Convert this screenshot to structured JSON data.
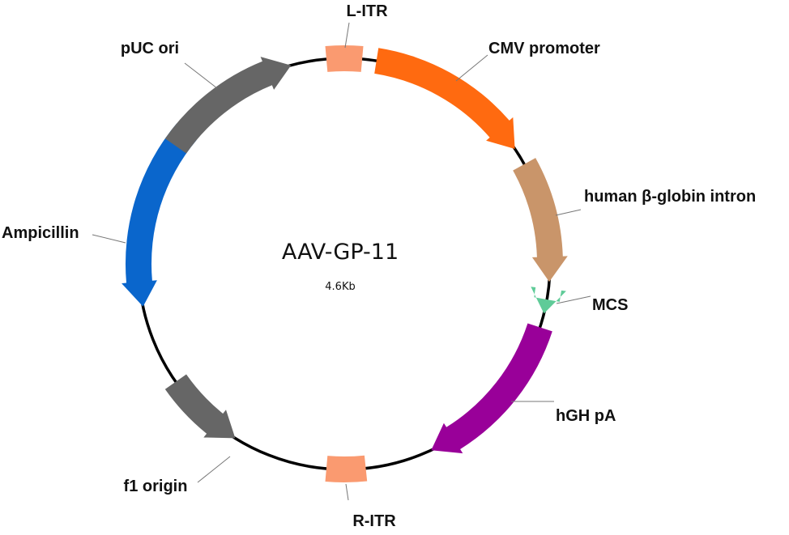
{
  "plasmid": {
    "name": "AAV-GP-11",
    "size_label": "4.6Kb",
    "backbone_color": "#000000"
  },
  "features": [
    {
      "id": "l-itr",
      "label": "L-ITR",
      "color": "#FA9A70",
      "shape": "box",
      "start": -5,
      "end": 5
    },
    {
      "id": "cmv-promoter",
      "label": "CMV promoter",
      "color": "#FF6A10",
      "shape": "arrow-cw",
      "start": 9,
      "end": 56
    },
    {
      "id": "human-beta-globin-intron",
      "label": "human β-globin intron",
      "color": "#C9956A",
      "shape": "arrow-cw",
      "start": 61,
      "end": 95
    },
    {
      "id": "mcs",
      "label": "MCS",
      "color": "#5FCB98",
      "shape": "arrow-cw",
      "start": 100,
      "end": 104
    },
    {
      "id": "hgh-pa",
      "label": "hGH pA",
      "color": "#990099",
      "shape": "arrow-cw",
      "start": 108,
      "end": 155
    },
    {
      "id": "r-itr",
      "label": "R-ITR",
      "color": "#FA9A70",
      "shape": "box",
      "start": 174,
      "end": 185
    },
    {
      "id": "f1-origin",
      "label": "f1 origin",
      "color": "#666666",
      "shape": "arrow-ccw",
      "start": 212,
      "end": 235
    },
    {
      "id": "ampicillin",
      "label": "Ampicillin",
      "color": "#0A66CC",
      "shape": "arrow-ccw",
      "start": 258,
      "end": 310
    },
    {
      "id": "puc-ori",
      "label": "pUC ori",
      "color": "#666666",
      "shape": "arrow-cw",
      "start": 305,
      "end": 345
    }
  ]
}
